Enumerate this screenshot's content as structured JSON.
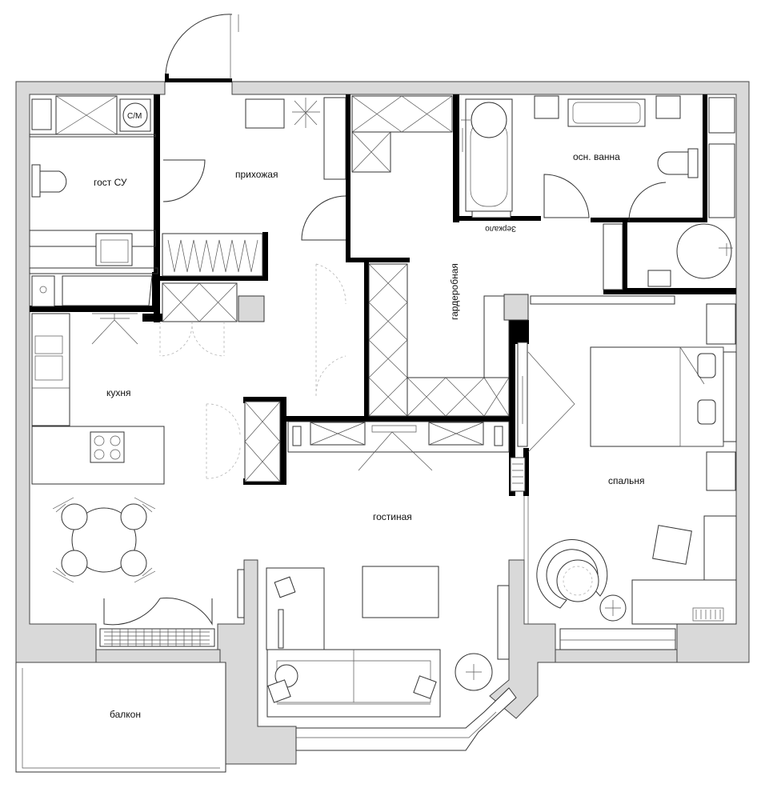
{
  "plan": {
    "rooms": {
      "guest_wc": "гост СУ",
      "hallway": "прихожая",
      "main_bath": "осн. ванна",
      "mirror": "Зеркало",
      "wardrobe": "гардеробная",
      "kitchen": "кухня",
      "bedroom": "спальня",
      "living": "гостиная",
      "balcony": "балкон"
    },
    "fixtures": {
      "washer": "С/М"
    }
  }
}
